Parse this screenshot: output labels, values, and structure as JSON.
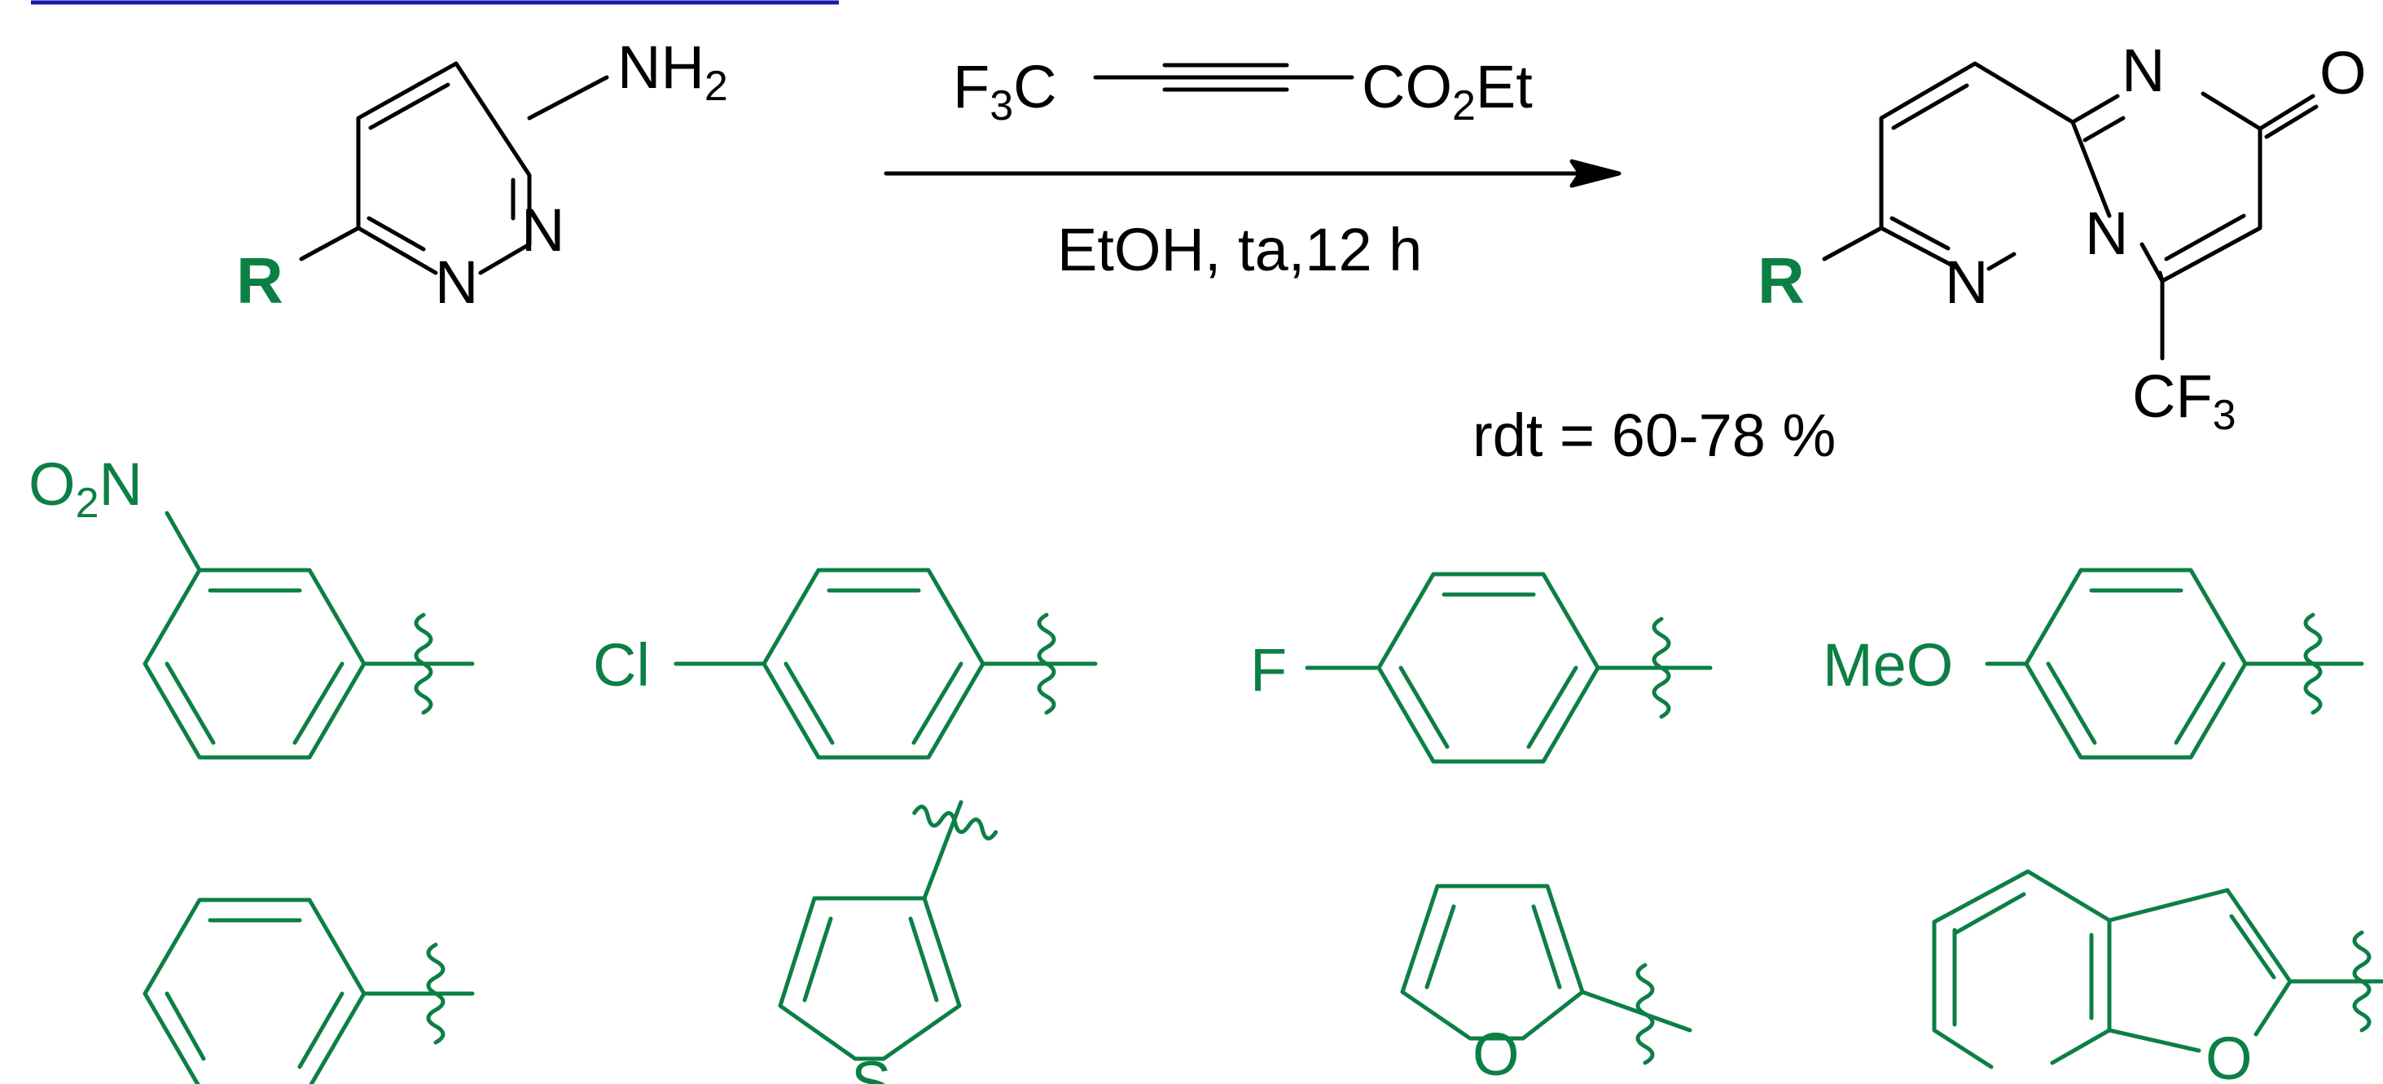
{
  "colors": {
    "core": "#000000",
    "substituent": "#0c7f45",
    "top_rule": "#1a1aa6"
  },
  "reaction": {
    "reactant": {
      "amine_group": "NH2",
      "ring_n1": "N",
      "ring_n2": "N",
      "r_label": "R"
    },
    "reagent": {
      "left": "F3C",
      "right": "CO2Et"
    },
    "conditions": "EtOH, ta,12 h",
    "product": {
      "n_top": "N",
      "n_bridge": "N",
      "n_low": "N",
      "oxo": "O",
      "cf3": "CF3",
      "r_label": "R"
    },
    "yield": "rdt = 60-78 %"
  },
  "substituents": [
    {
      "id": "3-nitrophenyl",
      "group": "O2N"
    },
    {
      "id": "4-chlorophenyl",
      "group": "Cl"
    },
    {
      "id": "4-fluorophenyl",
      "group": "F"
    },
    {
      "id": "4-methoxyphenyl",
      "group": "MeO"
    },
    {
      "id": "phenyl"
    },
    {
      "id": "thiophen-3-yl",
      "heteroatom": "S"
    },
    {
      "id": "furan-2-yl",
      "heteroatom": "O"
    },
    {
      "id": "benzofuran-2-yl",
      "heteroatom": "O"
    }
  ]
}
